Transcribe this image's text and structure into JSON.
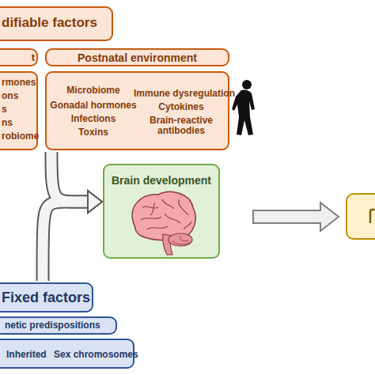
{
  "diagram": {
    "nodes": [
      {
        "text": [
          "difiable factors"
        ]
      },
      {
        "text": [
          "t"
        ]
      },
      {
        "text": [
          "Postnatal environment"
        ]
      },
      {
        "text": [
          "rmones",
          "ons",
          "s",
          "ns",
          "robiome"
        ]
      },
      {
        "text": [
          "Microbiome",
          "Gonadal hormones",
          "Infections",
          "Toxins",
          "Immune dysregulation",
          "Cytokines",
          "Brain-reactive antibodies"
        ]
      },
      {
        "text": [
          "Brain development"
        ]
      },
      {
        "text": [
          "Fixed factors"
        ]
      },
      {
        "text": [
          "netic predispositions"
        ]
      },
      {
        "text": [
          "Inherited",
          "Sex chromosomes"
        ]
      }
    ],
    "edges": [
      {
        "from": 4,
        "to": 5,
        "arrow": "to"
      },
      {
        "from": 6,
        "to": 5,
        "arrow": "to"
      }
    ]
  }
}
